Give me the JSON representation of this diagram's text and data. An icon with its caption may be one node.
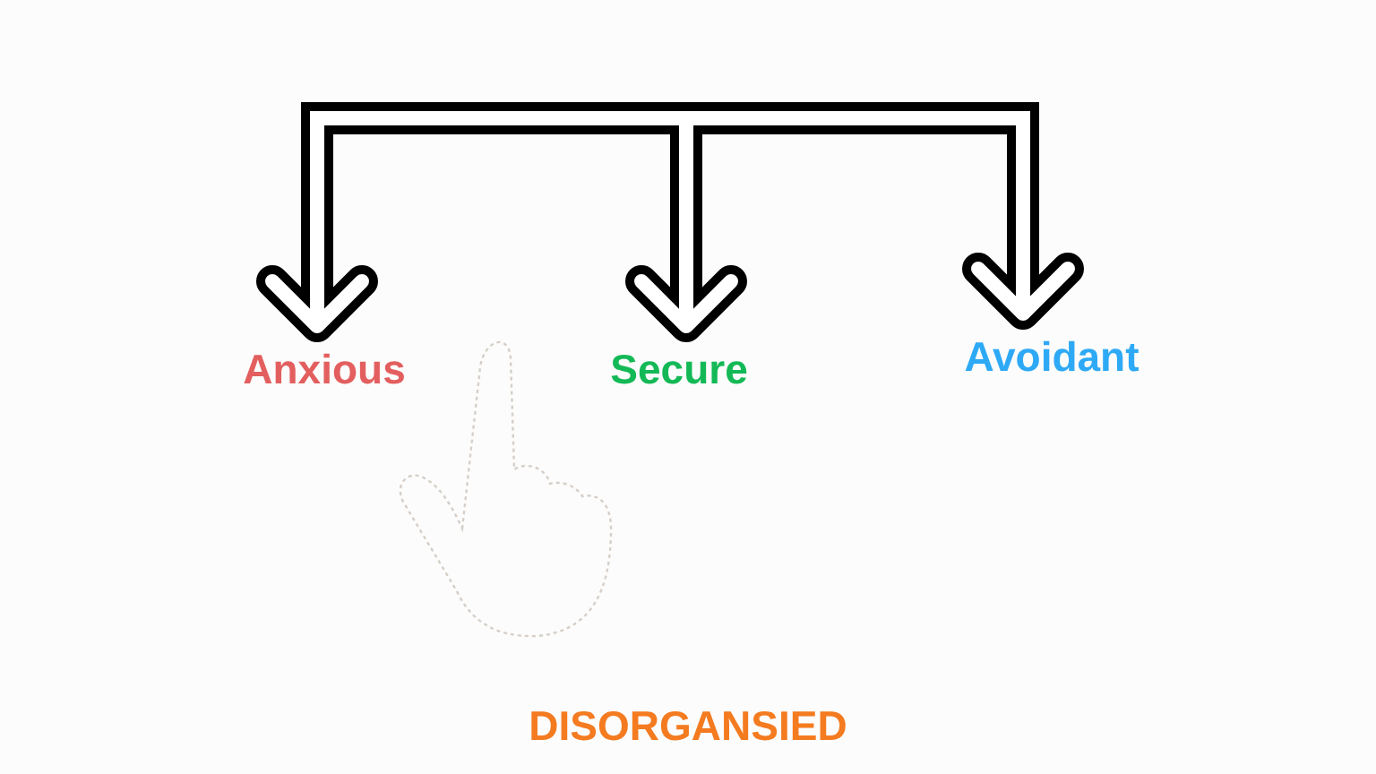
{
  "diagram": {
    "nodes": [
      {
        "text": [],
        "shape": "bar"
      },
      {
        "text": [
          "Anxious"
        ]
      },
      {
        "text": [
          "Secure"
        ]
      },
      {
        "text": [
          "Avoidant"
        ]
      }
    ],
    "edges": [
      {
        "from": 0,
        "to": 1,
        "arrow": "to"
      },
      {
        "from": 0,
        "to": 2,
        "arrow": "to"
      },
      {
        "from": 0,
        "to": 3,
        "arrow": "to"
      }
    ],
    "labels": [
      "DISORGANSIED"
    ]
  }
}
